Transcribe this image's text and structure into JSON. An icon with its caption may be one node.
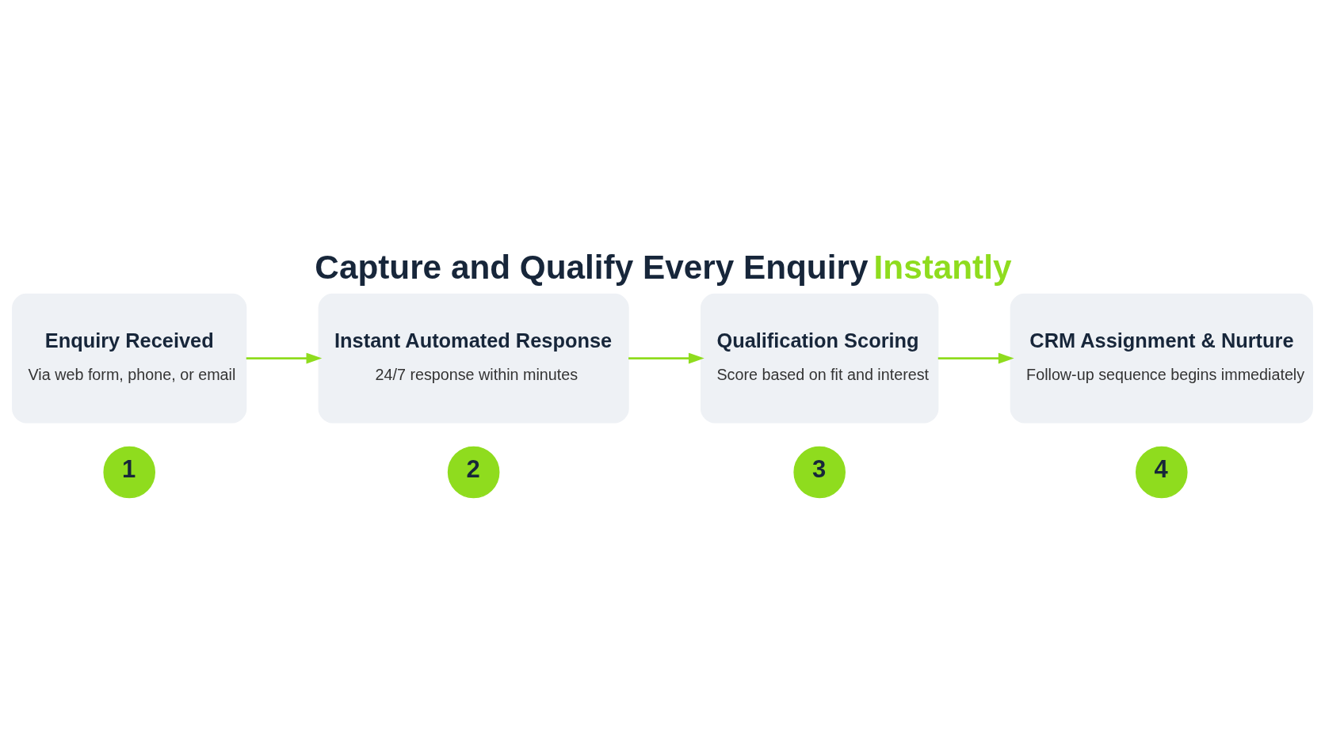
{
  "diagram": {
    "title": "Capture and Qualify Every Enquiry Instantly",
    "nodes": [
      {
        "text": [
          "1"
        ]
      },
      {
        "text": [
          "2"
        ]
      },
      {
        "text": [
          "3"
        ]
      },
      {
        "text": [
          "4"
        ]
      },
      {
        "text": [
          "Enquiry Received",
          "Via web form, phone, or email"
        ]
      },
      {
        "text": [
          "Instant Automated Response",
          "24/7 response within minutes"
        ]
      },
      {
        "text": [
          "Qualification Scoring",
          "Score based on fit and interest"
        ]
      },
      {
        "text": [
          "CRM Assignment & Nurture",
          "Follow-up sequence begins immediately"
        ]
      }
    ],
    "edges": [
      {
        "from": 4,
        "to": 5,
        "arrow": "to",
        "color": "#8fdc1e"
      },
      {
        "from": 5,
        "to": 6,
        "arrow": "to",
        "color": "#8fdc1e"
      },
      {
        "from": 6,
        "to": 7,
        "arrow": "to",
        "color": "#8fdc1e"
      }
    ]
  }
}
